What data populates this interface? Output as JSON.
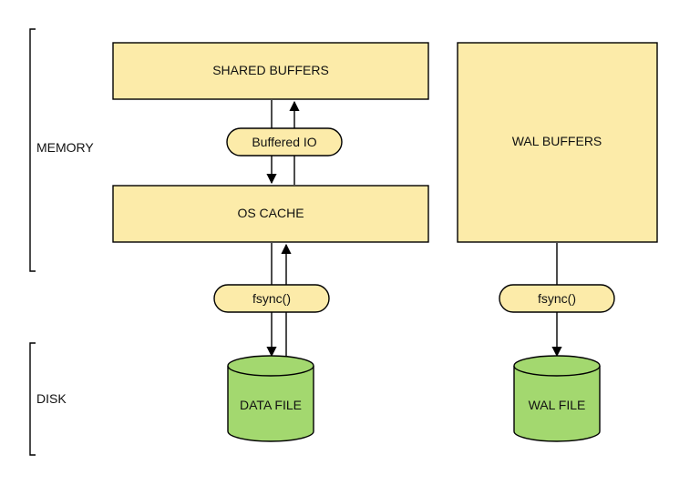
{
  "sections": {
    "memory": "MEMORY",
    "disk": "DISK"
  },
  "boxes": {
    "shared_buffers": "SHARED BUFFERS",
    "os_cache": "OS CACHE",
    "wal_buffers": "WAL BUFFERS"
  },
  "connectors": {
    "buffered_io": "Buffered IO",
    "fsync_data": "fsync()",
    "fsync_wal": "fsync()"
  },
  "storage": {
    "data_file": "DATA FILE",
    "wal_file": "WAL FILE"
  },
  "colors": {
    "memory_box_fill": "#fceba9",
    "disk_fill": "#a3d86f",
    "stroke": "#000000"
  }
}
